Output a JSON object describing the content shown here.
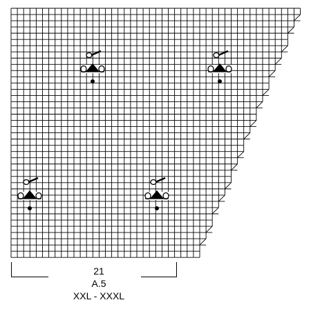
{
  "diagram": {
    "type": "knitting-chart",
    "stitch_count_label": "21",
    "chart_name": "A.5",
    "size_label": "XXL - XXXL",
    "colors": {
      "grid": "#000000",
      "background": "#ffffff",
      "symbol": "#000000"
    }
  },
  "symbols": [
    {
      "name": "cable-symbol-1"
    },
    {
      "name": "cable-symbol-2"
    },
    {
      "name": "cable-symbol-3"
    },
    {
      "name": "cable-symbol-4"
    }
  ]
}
